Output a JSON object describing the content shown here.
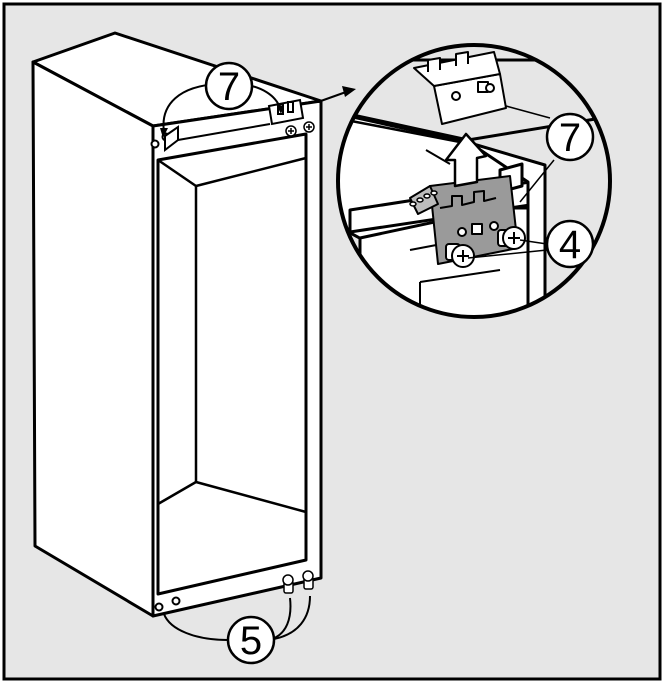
{
  "callouts": {
    "bracket_top": "7",
    "bracket_detail": "7",
    "screws_detail": "4",
    "screws_bottom": "5"
  },
  "colors": {
    "frame_background": "#e6e6e6",
    "line": "#000000",
    "part_fill": "#ffffff",
    "bracket_fill": "#9a9a9a"
  }
}
